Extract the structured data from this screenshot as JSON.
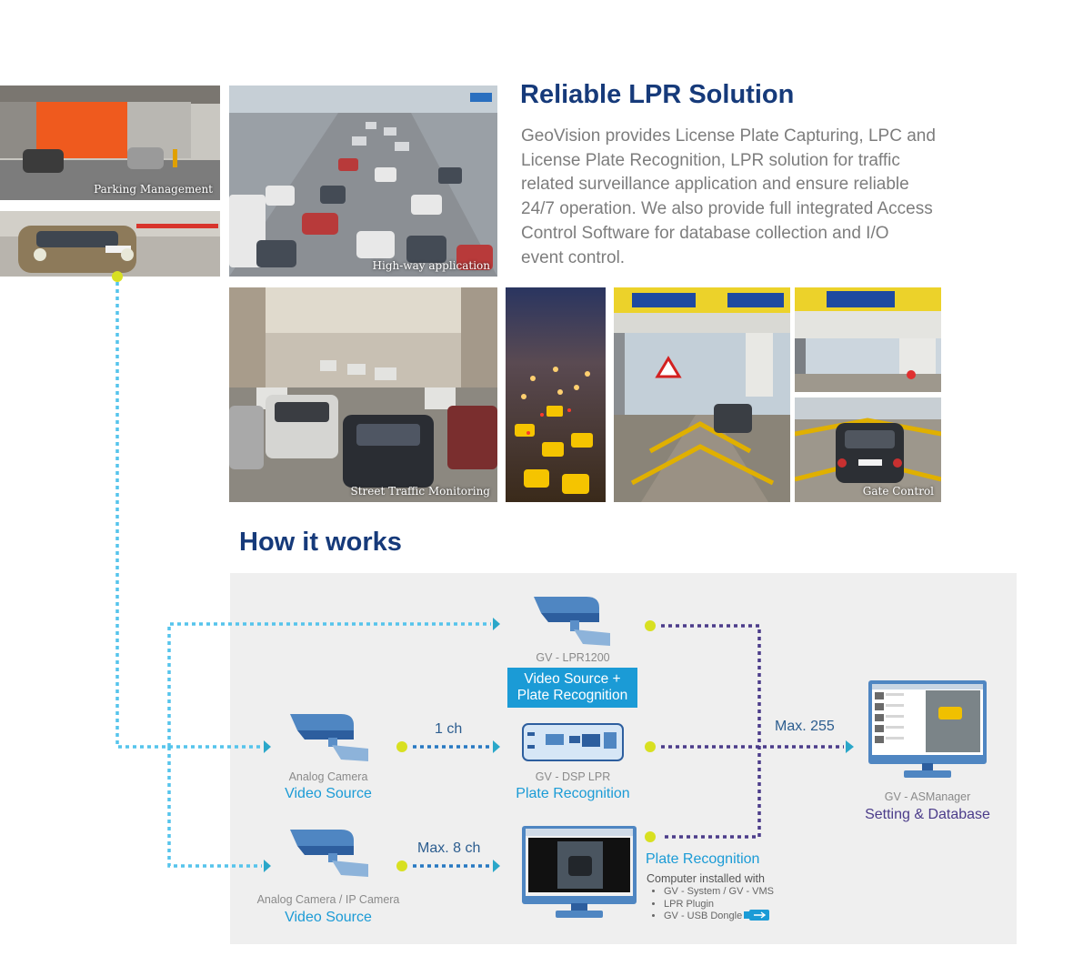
{
  "photos": {
    "parking": "Parking Management",
    "highway": "High-way application",
    "street": "Street Traffic Monitoring",
    "gate": "Gate Control"
  },
  "intro": {
    "title": "Reliable LPR Solution",
    "lines": [
      "GeoVision provides License Plate Capturing, LPC and",
      "License Plate Recognition, LPR solution for traffic",
      "related surveillance application and ensure reliable",
      "24/7 operation. We also provide full integrated Access",
      "Control Software for database collection and I/O",
      "event control."
    ]
  },
  "how": {
    "title": "How it works",
    "lpr1200": {
      "name": "GV - LPR1200",
      "badge_line1": "Video Source +",
      "badge_line2": "Plate Recognition"
    },
    "analog": {
      "name": "Analog Camera",
      "role": "Video Source"
    },
    "analog_ip": {
      "name": "Analog Camera / IP Camera",
      "role": "Video Source"
    },
    "dsp": {
      "name": "GV - DSP LPR",
      "role": "Plate Recognition"
    },
    "pc": {
      "role": "Plate Recognition",
      "desc": "Computer installed with",
      "items": [
        "GV - System / GV - VMS",
        "LPR Plugin",
        "GV - USB Dongle"
      ]
    },
    "asmanager": {
      "name": "GV - ASManager",
      "role": "Setting & Database"
    },
    "links": {
      "ch1": "1 ch",
      "ch8": "Max. 8 ch",
      "max255": "Max. 255"
    }
  },
  "colors": {
    "navy": "#163a7a",
    "cyan": "#1b9bd6",
    "purple": "#4b3c8a",
    "dot": "#d8e021"
  }
}
